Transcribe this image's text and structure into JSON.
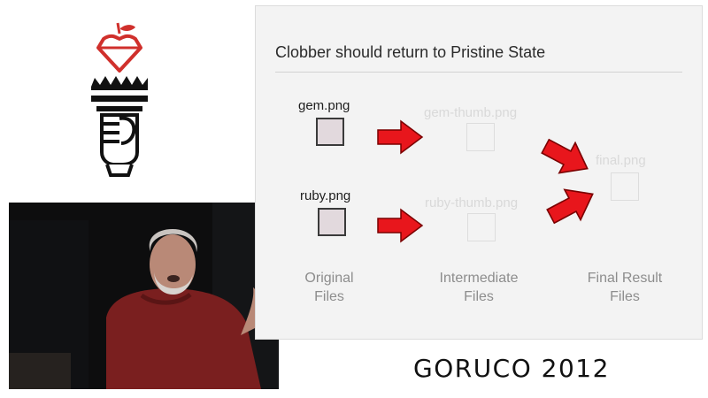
{
  "slide": {
    "title": "Clobber should return to Pristine State",
    "original": {
      "gem_label": "gem.png",
      "ruby_label": "ruby.png"
    },
    "intermediate": {
      "gem_label": "gem-thumb.png",
      "ruby_label": "ruby-thumb.png"
    },
    "final": {
      "label": "final.png"
    },
    "captions": {
      "original": [
        "Original",
        "Files"
      ],
      "intermediate": [
        "Intermediate",
        "Files"
      ],
      "final": [
        "Final Result",
        "Files"
      ]
    }
  },
  "brand": {
    "text": "GORUCO 2012"
  },
  "colors": {
    "arrow": "#e8161c",
    "logo_red": "#d0302c",
    "logo_black": "#111111"
  },
  "icons": [
    "torch-logo-icon",
    "arrow-right-icon"
  ]
}
